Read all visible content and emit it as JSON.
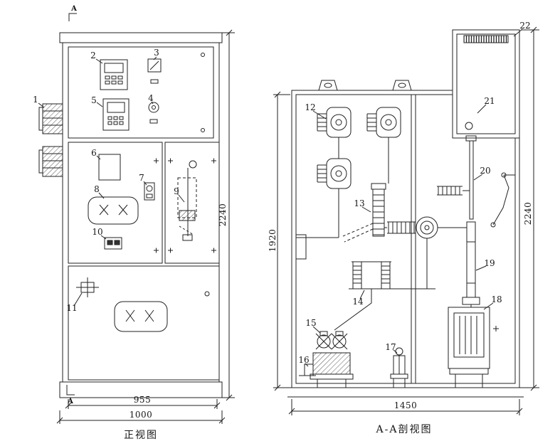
{
  "drawing": {
    "stroke_color": "#222222",
    "background": "#ffffff"
  },
  "views": {
    "front": {
      "title": "正视图",
      "section_marker_top": "A",
      "section_marker_bottom": "A",
      "dims": {
        "height": "2240",
        "width_inner": "955",
        "width_outer": "1000"
      }
    },
    "section": {
      "title": "A-A剖视图",
      "dims": {
        "height_inner": "1920",
        "height_outer": "2240",
        "width": "1450"
      }
    }
  },
  "callouts": {
    "n1": "1",
    "n2": "2",
    "n3": "3",
    "n4": "4",
    "n5": "5",
    "n6": "6",
    "n7": "7",
    "n8": "8",
    "n9": "9",
    "n10": "10",
    "n11": "11",
    "n12": "12",
    "n13": "13",
    "n14": "14",
    "n15": "15",
    "n16": "16",
    "n17": "17",
    "n18": "18",
    "n19": "19",
    "n20": "20",
    "n21": "21",
    "n22": "22"
  }
}
